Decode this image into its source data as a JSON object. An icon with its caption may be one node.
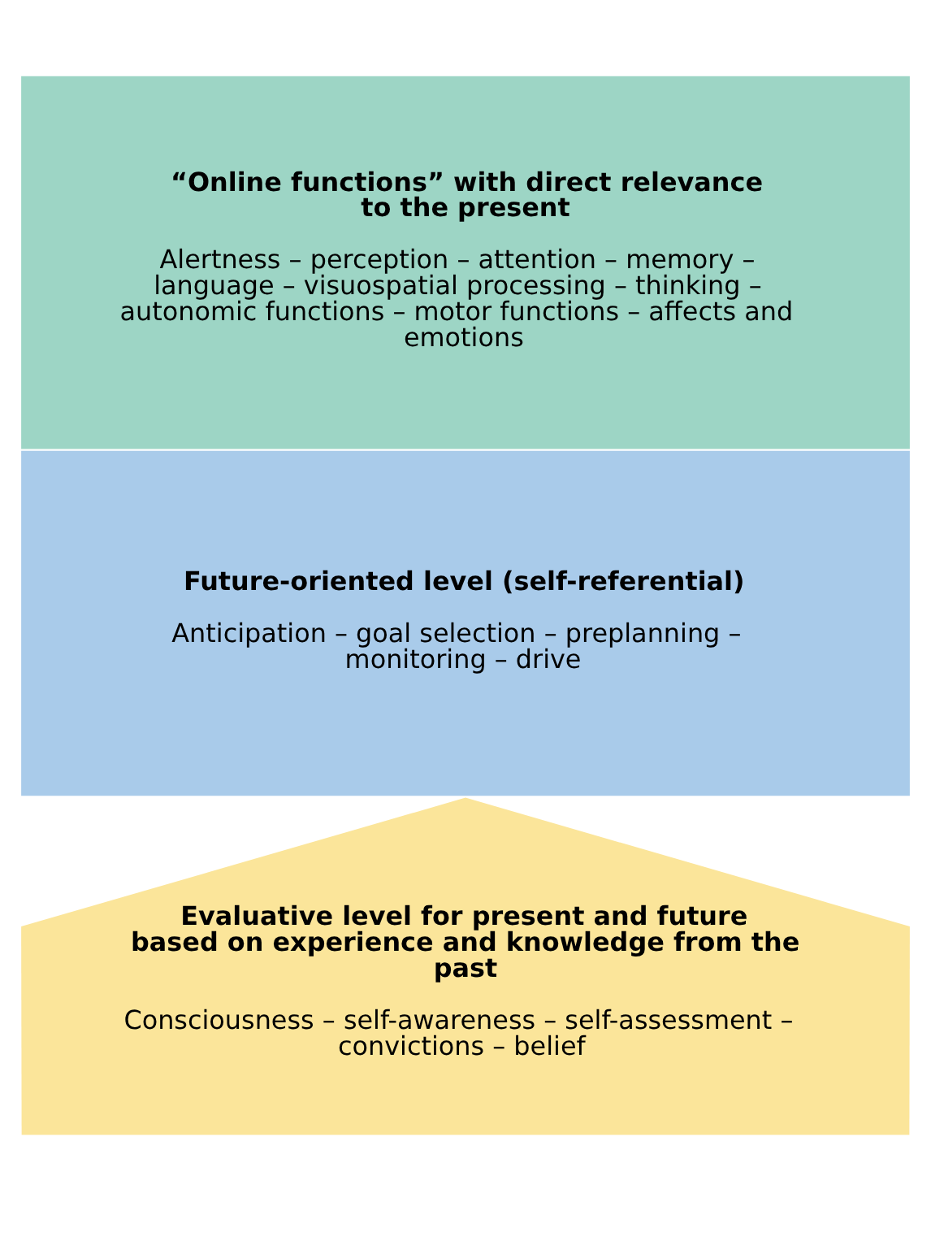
{
  "diagram": {
    "nodes": [
      {
        "text": [
          "Evaluative level for present and future based on experience and knowledge from the past",
          "Consciousness – self-awareness – self-assessment – convictions – belief"
        ]
      },
      {
        "text": [
          "Future-oriented level (self-referential)",
          "Anticipation – goal selection – preplanning – monitoring – drive"
        ]
      },
      {
        "text": [
          "“Online functions” with direct relevance to the present",
          "Alertness – perception – attention – memory – language – visuospatial processing – thinking – autonomic functions – motor functions – affects and emotions"
        ]
      }
    ]
  }
}
